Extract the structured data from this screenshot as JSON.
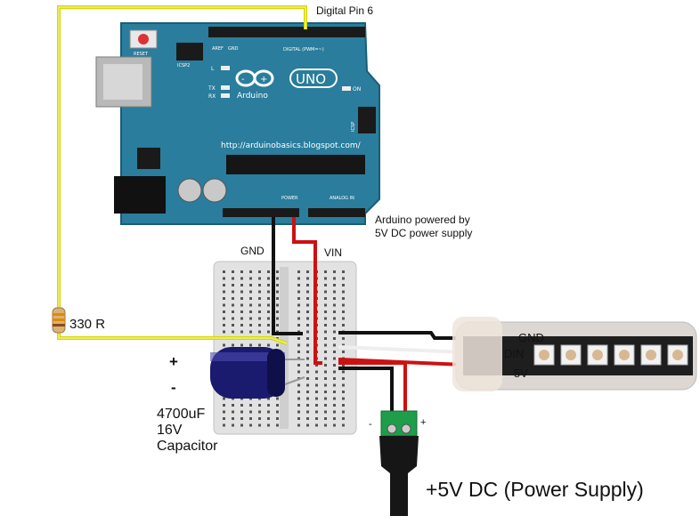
{
  "labels": {
    "digital_pin": "Digital Pin 6",
    "gnd_wire": "GND",
    "vin_wire": "VIN",
    "powered_line1": "Arduino powered by",
    "powered_line2": "5V DC power supply",
    "resistor": "330 R",
    "cap_plus": "+",
    "cap_minus": "-",
    "cap_line1": "4700uF",
    "cap_line2": "16V",
    "cap_line3": "Capacitor",
    "strip_gnd": "GND",
    "strip_din": "DIN",
    "strip_5v": "5V",
    "jack_minus": "-",
    "jack_plus": "+",
    "power_supply": "+5V DC (Power Supply)"
  },
  "arduino": {
    "brand": "Arduino",
    "model": "UNO",
    "url": "http://arduinobasics.blogspot.com/",
    "reset": "RESET",
    "icsp2": "ICSP2",
    "icsp": "ICSP",
    "on": "ON",
    "led_l": "L",
    "led_tx": "TX",
    "led_rx": "RX",
    "digital": "DIGITAL (PWM=~)",
    "power": "POWER",
    "analog": "ANALOG IN",
    "aref": "AREF",
    "gnd": "GND"
  },
  "colors": {
    "board": "#2a7d9c",
    "yellow_wire": "#e8e800",
    "red_wire": "#cc1111",
    "black_wire": "#111111",
    "capacitor": "#1a1a6e",
    "jack_terminal": "#1e9e4a"
  }
}
